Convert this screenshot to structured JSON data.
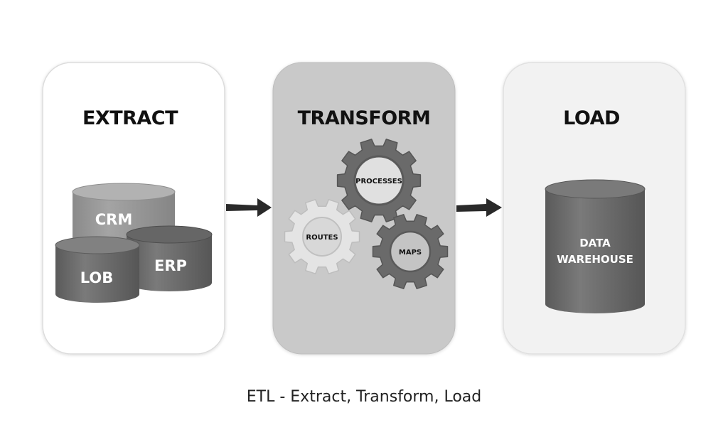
{
  "panels": [
    {
      "title": "EXTRACT",
      "databases": [
        "CRM",
        "LOB",
        "ERP"
      ]
    },
    {
      "title": "TRANSFORM",
      "gears": [
        "PROCESSES",
        "ROUTES",
        "MAPS"
      ]
    },
    {
      "title": "LOAD",
      "databases": [
        "DATA",
        "WAREHOUSE"
      ]
    }
  ],
  "caption": "ETL - Extract, Transform, Load",
  "icons": [
    "arrow-right-icon",
    "database-icon",
    "gear-icon"
  ],
  "colors": {
    "panel_extract_bg": "#ffffff",
    "panel_transform_bg": "#c9c9c9",
    "panel_load_bg": "#f2f2f2",
    "database_fill": "#6f6f6f",
    "gear_dark": "#6a6a6a",
    "gear_light": "#e4e4e4",
    "arrow": "#2a2a2a"
  }
}
